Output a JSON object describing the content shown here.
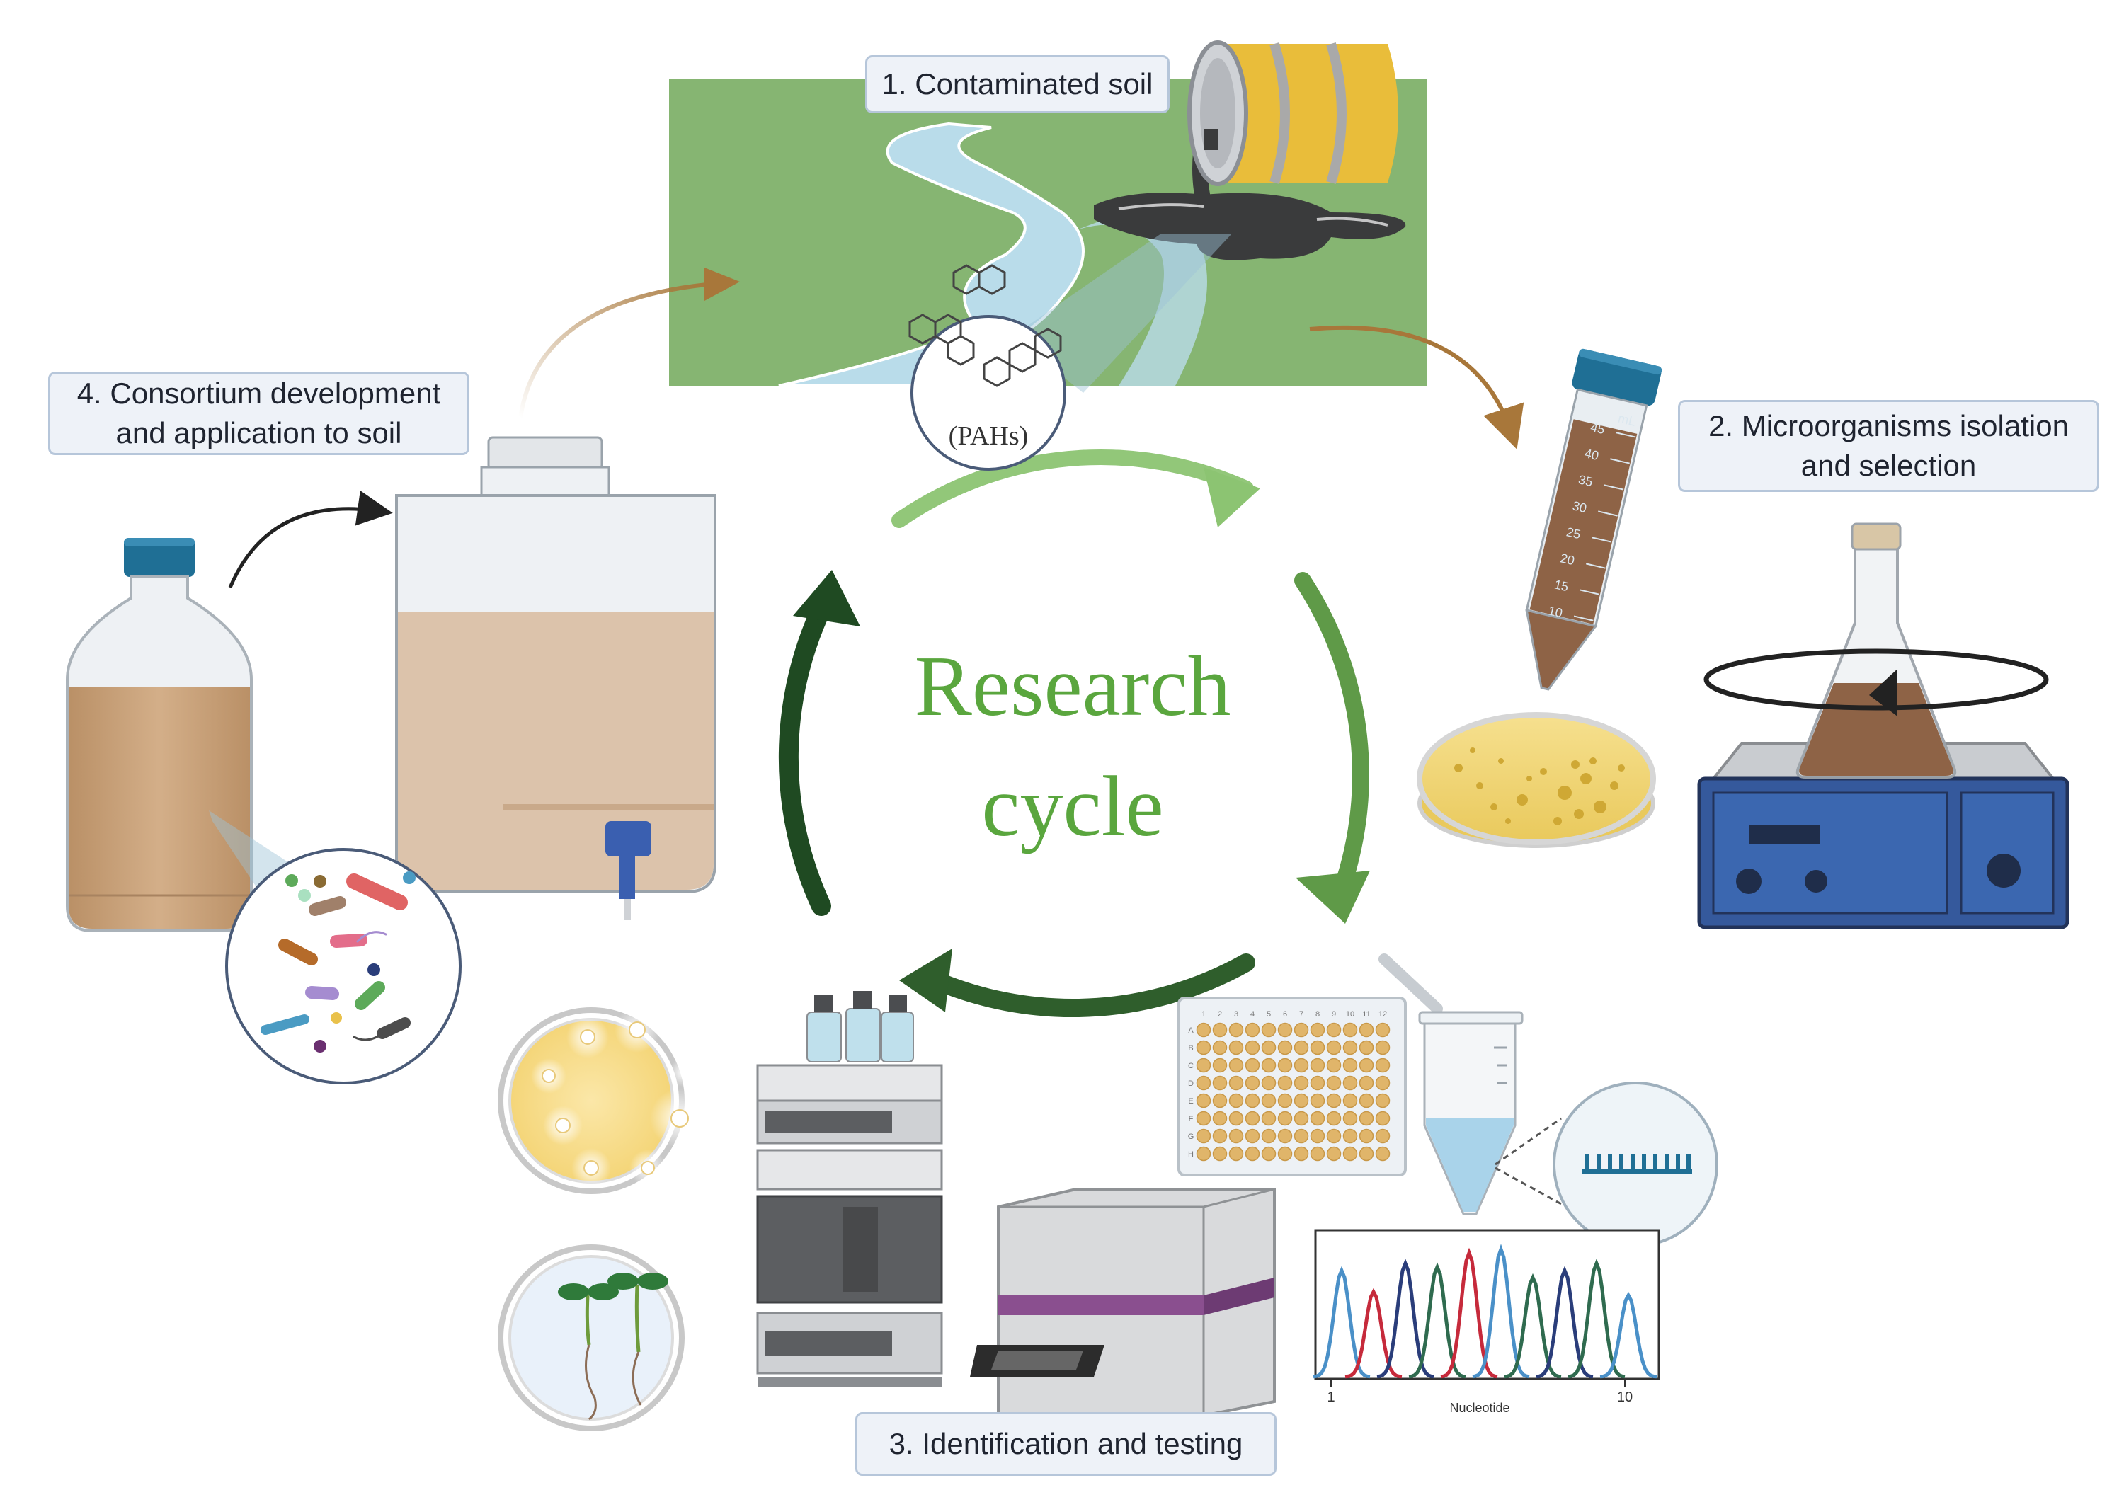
{
  "center": {
    "line1": "Research",
    "line2": "cycle"
  },
  "steps": {
    "step1": "1. Contaminated soil",
    "step2_line1": "2. Microorganisms isolation",
    "step2_line2": "and selection",
    "step3": "3. Identification and testing",
    "step4_line1": "4. Consortium development",
    "step4_line2": "and application to soil"
  },
  "pahs_label": "(PAHs)",
  "tube_graduations": [
    "45",
    "40",
    "35",
    "30",
    "25",
    "20",
    "15",
    "10"
  ],
  "tube_unit": "mL",
  "plate_columns": [
    "1",
    "2",
    "3",
    "4",
    "5",
    "6",
    "7",
    "8",
    "9",
    "10",
    "11",
    "12"
  ],
  "plate_rows": [
    "A",
    "B",
    "C",
    "D",
    "E",
    "F",
    "G",
    "H"
  ],
  "chromatogram": {
    "xlabel": "Nucleotide",
    "tick_start": "1",
    "tick_end": "10"
  },
  "colors": {
    "title_green": "#5aa63e",
    "soil_green": "#86b572",
    "water_blue": "#b9dcea",
    "barrel_yellow": "#e9bd3a",
    "cap_blue": "#1f6f95",
    "broth_brown": "#c8a07a",
    "arrow_brown": "#a8773a",
    "arrow_dark_green": "#1f4a22",
    "arrow_light_green": "#8cc472"
  }
}
